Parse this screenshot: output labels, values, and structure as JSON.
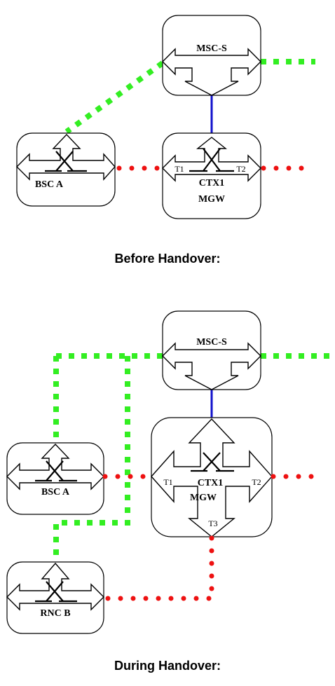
{
  "colors": {
    "signalling": "#33ee22",
    "bearer": "#ee1111",
    "control_link": "#1111cc"
  },
  "top": {
    "msc_label": "MSC-S",
    "bsc_label": "BSC A",
    "mgw_label_1": "CTX1",
    "mgw_label_2": "MGW",
    "t1": "T1",
    "t2": "T2",
    "caption": "Before Handover:"
  },
  "bottom": {
    "msc_label": "MSC-S",
    "bsc_label": "BSC A",
    "rnc_label": "RNC B",
    "mgw_label_1": "CTX1",
    "mgw_label_2": "MGW",
    "t1": "T1",
    "t2": "T2",
    "t3": "T3",
    "caption": "During Handover:"
  }
}
